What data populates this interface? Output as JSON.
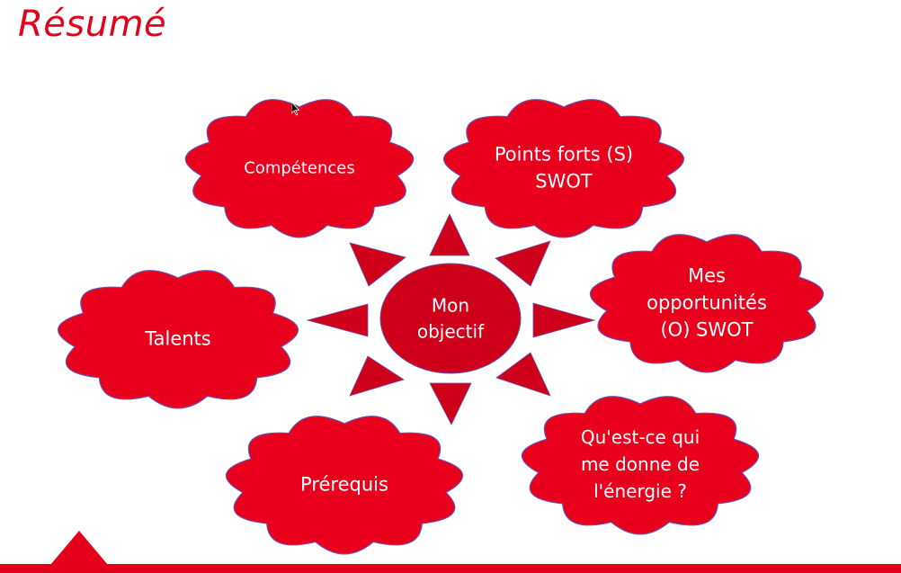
{
  "title": "Résumé",
  "colors": {
    "accent": "#e4001b",
    "cloud_fill": "#e8001c",
    "cloud_stroke": "#6a4fb0",
    "center_fill": "#cf0019",
    "text": "#ffffff"
  },
  "center": {
    "lines": [
      "Mon",
      "objectif"
    ]
  },
  "clouds": [
    {
      "id": "competences",
      "lines": [
        "Compétences"
      ]
    },
    {
      "id": "points-forts",
      "lines": [
        "Points forts (S)",
        "SWOT"
      ]
    },
    {
      "id": "opportunites",
      "lines": [
        "Mes",
        "opportunités",
        "(O) SWOT"
      ]
    },
    {
      "id": "energie",
      "lines": [
        "Qu'est-ce qui",
        "me donne de",
        "l'énergie ?"
      ]
    },
    {
      "id": "prerequis",
      "lines": [
        "Prérequis"
      ]
    },
    {
      "id": "talents",
      "lines": [
        "Talents"
      ]
    }
  ]
}
